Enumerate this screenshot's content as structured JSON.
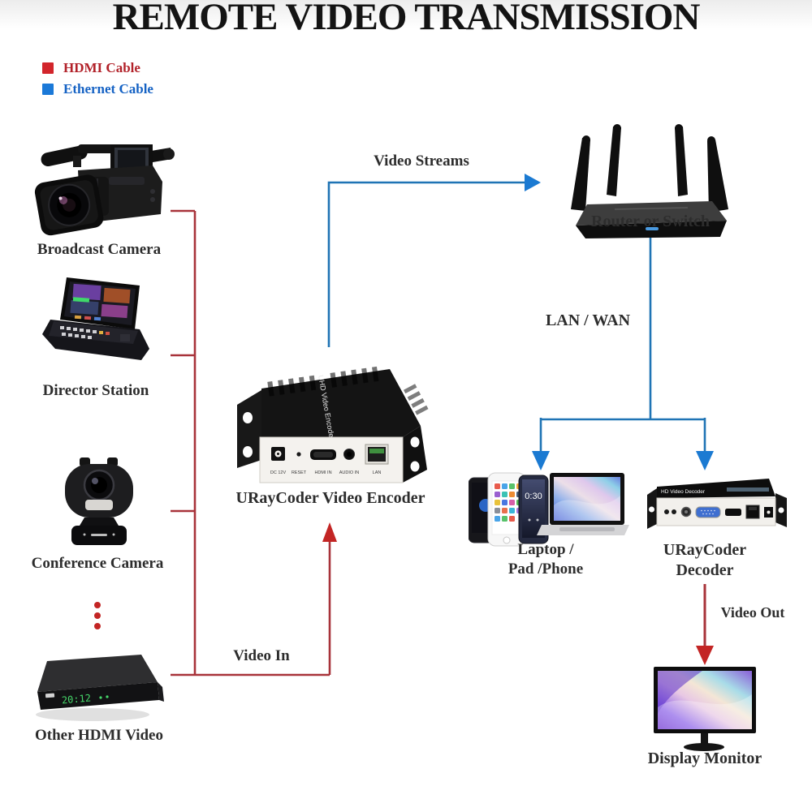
{
  "title": "REMOTE VIDEO TRANSMISSION",
  "legend": {
    "items": [
      {
        "label": "HDMI Cable",
        "swatch_color": "#d2252b",
        "text_color": "#b2222a"
      },
      {
        "label": "Ethernet Cable",
        "swatch_color": "#1b79d8",
        "text_color": "#1562c4"
      }
    ]
  },
  "flow_labels": {
    "video_streams": "Video Streams",
    "lan_wan": "LAN / WAN",
    "video_in": "Video In",
    "video_out": "Video Out"
  },
  "nodes": {
    "broadcast_camera": {
      "label": "Broadcast Camera"
    },
    "director_station": {
      "label": "Director Station"
    },
    "conference_camera": {
      "label": "Conference Camera"
    },
    "other_hdmi_video": {
      "label": "Other HDMI Video",
      "led_display": "20:12"
    },
    "encoder": {
      "label": "URayCoder Video Encoder",
      "device_text": "UHD Video Encoder",
      "ports": [
        "DC 12V",
        "RESET",
        "HDMI IN",
        "AUDIO IN",
        "LAN"
      ]
    },
    "router": {
      "label": "Router or Switch"
    },
    "laptop_pad_phone": {
      "label_line1": "Laptop /",
      "label_line2": "Pad /Phone",
      "phone_clock": "0:30"
    },
    "decoder": {
      "label_line1": "URayCoder",
      "label_line2": "Decoder",
      "device_text": "HD Video Decoder"
    },
    "display_monitor": {
      "label": "Display Monitor"
    }
  },
  "colors": {
    "hdmi_line": "#a8333a",
    "hdmi_arrow": "#c32524",
    "ethernet_line": "#1f74b5",
    "ethernet_arrow": "#1b7ad2"
  }
}
